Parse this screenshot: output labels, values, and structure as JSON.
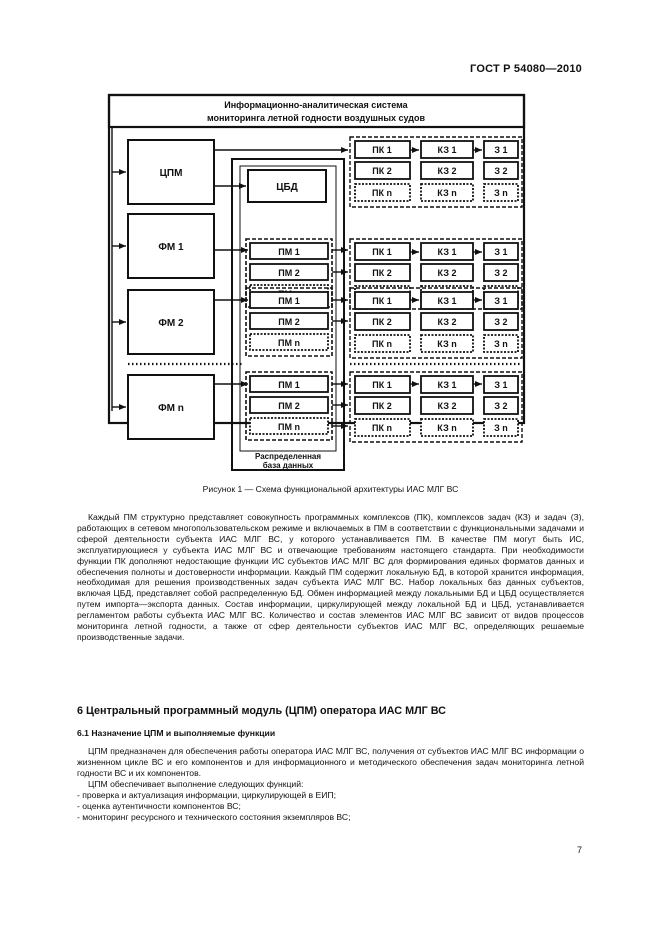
{
  "header": {
    "doc_code": "ГОСТ Р 54080—2010"
  },
  "diagram": {
    "title_line1": "Информационно-аналитическая система",
    "title_line2": "мониторинга летной годности воздушных судов",
    "cpm_label": "ЦПМ",
    "cbd_label": "ЦБД",
    "fm_labels": [
      "ФМ 1",
      "ФМ 2",
      "ФМ n"
    ],
    "pm_labels": [
      "ПМ 1",
      "ПМ 2",
      "ПМ n"
    ],
    "pk_labels": [
      "ПК 1",
      "ПК 2",
      "ПК n"
    ],
    "kz_labels": [
      "КЗ 1",
      "КЗ 2",
      "КЗ n"
    ],
    "z_labels": [
      "З 1",
      "З 2",
      "З n"
    ],
    "distributed_db_line1": "Распределенная",
    "distributed_db_line2": "база данных"
  },
  "caption": "Рисунок 1 — Схема функциональной архитектуры ИАС МЛГ ВС",
  "paragraph1": "Каждый ПМ структурно представляет совокупность программных комплексов (ПК), комплексов задач (КЗ) и задач (З), работающих в сетевом многопользовательском режиме и включаемых в ПМ в соответствии с функциональными задачами и сферой деятельности субъекта ИАС МЛГ ВС, у которого устанавливается ПМ. В качестве ПМ могут быть ИС, эксплуатирующиеся у субъекта ИАС МЛГ ВС и отвечающие требованиям настоящего стандарта. При необходимости функции ПК дополняют недостающие функции ИС субъектов ИАС МЛГ ВС для формирования единых форматов данных и обеспечения полноты и достоверности информации. Каждый ПМ содержит локальную БД, в которой хранится информация, необходимая для решения производственных задач субъекта ИАС МЛГ ВС. Набор локальных баз данных субъектов, включая ЦБД, представляет собой распределенную БД. Обмен информацией между локальными БД и ЦБД осуществляется путем импорта—экспорта данных. Состав информации, циркулирующей между локальной БД и ЦБД, устанавливается регламентом работы субъекта ИАС МЛГ ВС. Количество и состав элементов ИАС МЛГ ВС зависит от видов процессов мониторинга летной годности, а также от сфер деятельности субъектов ИАС МЛГ ВС, определяющих решаемые производственные задачи.",
  "section6_heading": "6 Центральный программный модуль (ЦПМ) оператора ИАС МЛГ ВС",
  "section61_heading": "6.1 Назначение ЦПМ и выполняемые функции",
  "paragraph2": "ЦПМ предназначен для обеспечения работы оператора ИАС МЛГ ВС, получения от субъектов ИАС МЛГ ВС информации о жизненном цикле ВС и его компонентов и для информационного и методического обеспечения задач мониторинга летной годности ВС и их компонентов.",
  "paragraph3": "ЦПМ обеспечивает выполнение следующих функций:",
  "functions": [
    "- проверка и актуализация информации, циркулирующей в ЕИП;",
    "- оценка аутентичности компонентов ВС;",
    "- мониторинг ресурсного и технического состояния экземпляров ВС;"
  ],
  "page_number": "7"
}
